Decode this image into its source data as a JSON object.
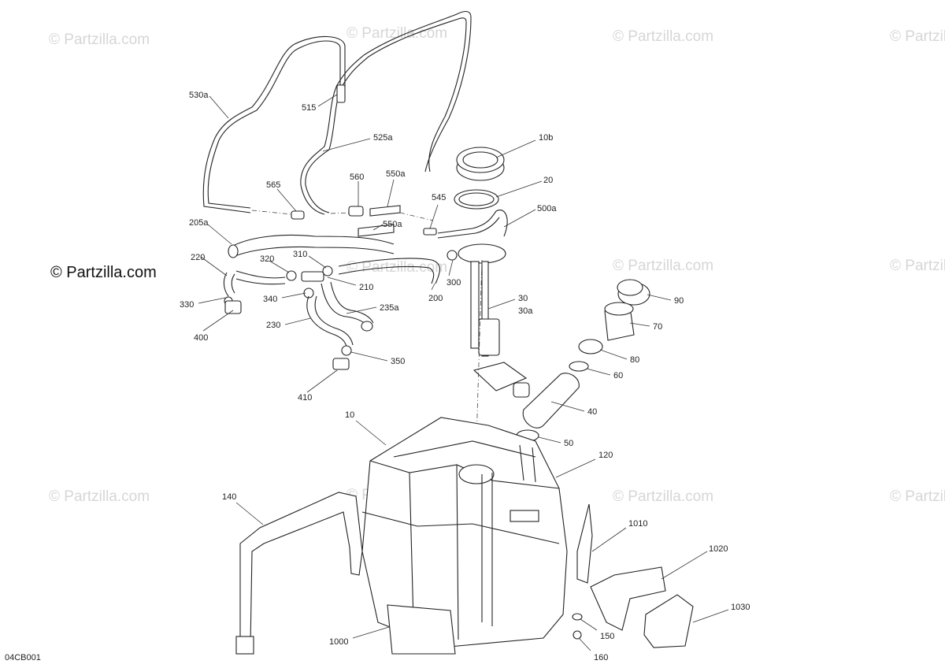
{
  "watermark": {
    "text": "© Partzilla.com",
    "prominent_text": "© Partzilla.com"
  },
  "drawing_code": "04CB001",
  "callouts": [
    {
      "id": "530a",
      "text": "530a"
    },
    {
      "id": "515",
      "text": "515"
    },
    {
      "id": "525a",
      "text": "525a"
    },
    {
      "id": "10b",
      "text": "10b"
    },
    {
      "id": "20",
      "text": "20"
    },
    {
      "id": "560",
      "text": "560"
    },
    {
      "id": "550a_top",
      "text": "550a"
    },
    {
      "id": "565",
      "text": "565"
    },
    {
      "id": "545",
      "text": "545"
    },
    {
      "id": "500a",
      "text": "500a"
    },
    {
      "id": "205a",
      "text": "205a"
    },
    {
      "id": "550a_mid",
      "text": "550a"
    },
    {
      "id": "220",
      "text": "220"
    },
    {
      "id": "320",
      "text": "320"
    },
    {
      "id": "310",
      "text": "310"
    },
    {
      "id": "300",
      "text": "300"
    },
    {
      "id": "210",
      "text": "210"
    },
    {
      "id": "200",
      "text": "200"
    },
    {
      "id": "330",
      "text": "330"
    },
    {
      "id": "340",
      "text": "340"
    },
    {
      "id": "235a",
      "text": "235a"
    },
    {
      "id": "230",
      "text": "230"
    },
    {
      "id": "30",
      "text": "30"
    },
    {
      "id": "30a",
      "text": "30a"
    },
    {
      "id": "90",
      "text": "90"
    },
    {
      "id": "70",
      "text": "70"
    },
    {
      "id": "400",
      "text": "400"
    },
    {
      "id": "80",
      "text": "80"
    },
    {
      "id": "350",
      "text": "350"
    },
    {
      "id": "60",
      "text": "60"
    },
    {
      "id": "410",
      "text": "410"
    },
    {
      "id": "40",
      "text": "40"
    },
    {
      "id": "10",
      "text": "10"
    },
    {
      "id": "50",
      "text": "50"
    },
    {
      "id": "120",
      "text": "120"
    },
    {
      "id": "140",
      "text": "140"
    },
    {
      "id": "1010",
      "text": "1010"
    },
    {
      "id": "1020",
      "text": "1020"
    },
    {
      "id": "1030",
      "text": "1030"
    },
    {
      "id": "150",
      "text": "150"
    },
    {
      "id": "1000",
      "text": "1000"
    },
    {
      "id": "160",
      "text": "160"
    }
  ]
}
